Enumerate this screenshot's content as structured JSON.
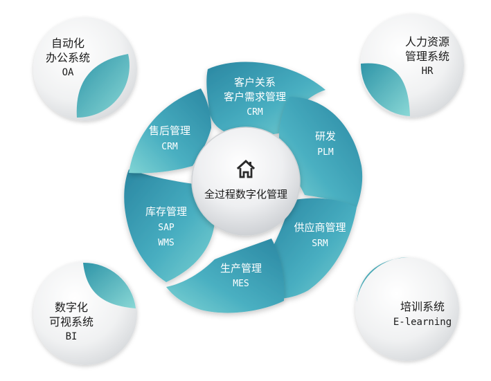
{
  "diagram": {
    "center": {
      "title": "全过程数字化管理",
      "icon": "house-icon"
    },
    "petals": [
      {
        "id": "crm-customer",
        "lines": [
          "客户关系",
          "客户需求管理"
        ],
        "code": "CRM"
      },
      {
        "id": "rnd",
        "lines": [
          "研发"
        ],
        "code": "PLM"
      },
      {
        "id": "supplier",
        "lines": [
          "供应商管理"
        ],
        "code": "SRM"
      },
      {
        "id": "production",
        "lines": [
          "生产管理"
        ],
        "code": "MES"
      },
      {
        "id": "inventory",
        "lines": [
          "库存管理",
          "SAP"
        ],
        "code": "WMS"
      },
      {
        "id": "aftersales",
        "lines": [
          "售后管理"
        ],
        "code": "CRM"
      }
    ],
    "corners": [
      {
        "id": "oa",
        "lines": [
          "自动化",
          "办公系统"
        ],
        "code": "OA"
      },
      {
        "id": "hr",
        "lines": [
          "人力资源",
          "管理系统"
        ],
        "code": "HR"
      },
      {
        "id": "bi",
        "lines": [
          "数字化",
          "可视系统"
        ],
        "code": "BI"
      },
      {
        "id": "elearning",
        "lines": [
          "培训系统"
        ],
        "code": "E-learning"
      }
    ]
  },
  "colors": {
    "teal_dark": "#2e8fa6",
    "teal_mid": "#4ab3c4",
    "teal_light": "#7fd3d3",
    "gray_light": "#ececee",
    "gray_mid": "#d4d6d9",
    "text_dark": "#1a1a1a",
    "text_light": "#ffffff"
  }
}
